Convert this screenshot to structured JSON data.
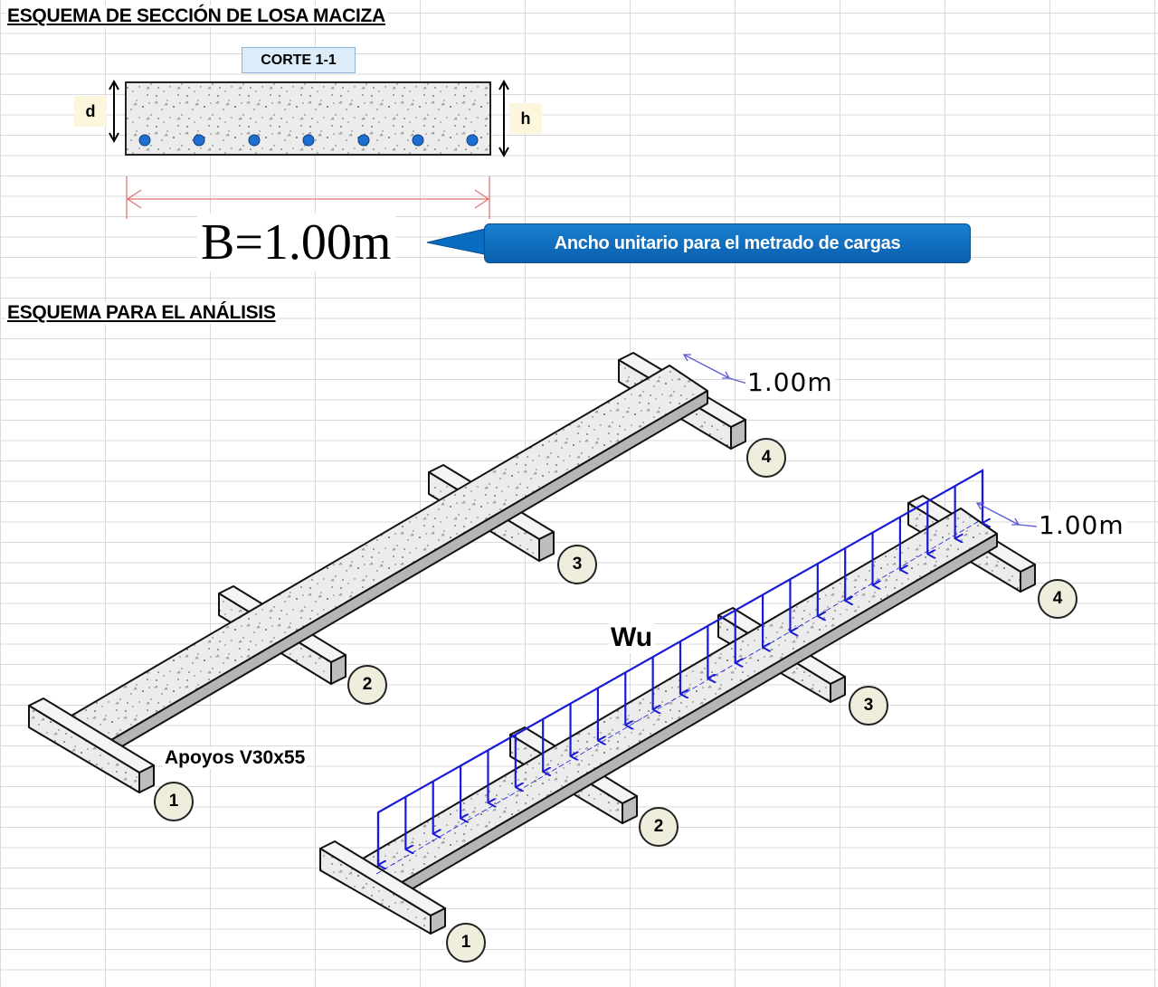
{
  "headings": {
    "section": "ESQUEMA DE SECCIÓN DE LOSA MACIZA",
    "analysis": "ESQUEMA PARA EL ANÁLISIS"
  },
  "section_view": {
    "cut_label": "CORTE 1-1",
    "d_label": "d",
    "h_label": "h",
    "width_label": "B=1.00m",
    "callout": "Ancho unitario para el metrado de cargas"
  },
  "analysis_view": {
    "supports_label": "Apoyos V30x55",
    "load_label": "Wu",
    "width_dim_top": "1.00m",
    "width_dim_right": "1.00m",
    "left_model_supports": [
      "1",
      "2",
      "3",
      "4"
    ],
    "right_model_supports": [
      "1",
      "2",
      "3",
      "4"
    ]
  },
  "colors": {
    "load_arrows": "#1a1ad6",
    "rebar": "#1f6fd1",
    "callout": "#0a6cc0",
    "dimension_red": "#e57373",
    "dimension_blue": "#5a5ad8"
  }
}
